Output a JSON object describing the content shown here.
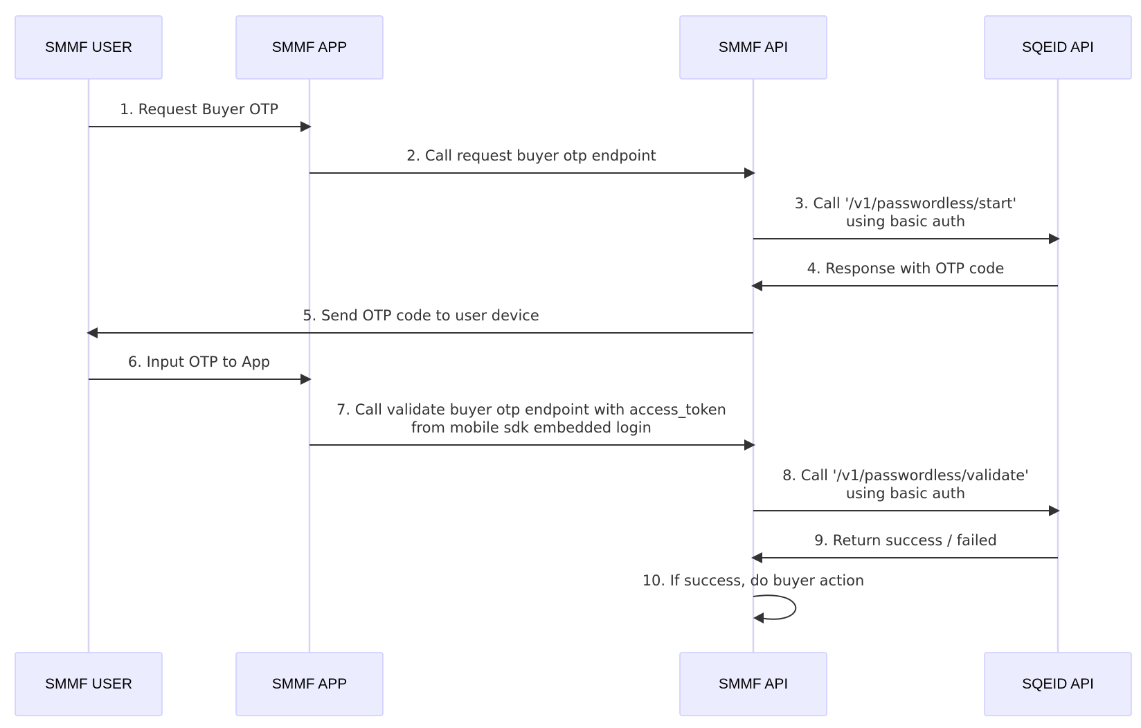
{
  "actors": [
    {
      "id": "user",
      "label": "SMMF USER"
    },
    {
      "id": "app",
      "label": "SMMF APP"
    },
    {
      "id": "api",
      "label": "SMMF API"
    },
    {
      "id": "sqeid",
      "label": "SQEID API"
    }
  ],
  "messages": [
    {
      "from": "user",
      "to": "app",
      "lines": [
        "1. Request Buyer OTP"
      ]
    },
    {
      "from": "app",
      "to": "api",
      "lines": [
        "2. Call request buyer otp endpoint"
      ]
    },
    {
      "from": "api",
      "to": "sqeid",
      "lines": [
        "3. Call '/v1/passwordless/start'",
        "using basic auth"
      ]
    },
    {
      "from": "sqeid",
      "to": "api",
      "lines": [
        "4. Response with OTP code"
      ]
    },
    {
      "from": "api",
      "to": "user",
      "lines": [
        "5. Send OTP code to user device"
      ]
    },
    {
      "from": "user",
      "to": "app",
      "lines": [
        "6. Input OTP to App"
      ]
    },
    {
      "from": "app",
      "to": "api",
      "lines": [
        "7. Call validate buyer otp endpoint with access_token",
        "from mobile sdk embedded login"
      ]
    },
    {
      "from": "api",
      "to": "sqeid",
      "lines": [
        "8. Call '/v1/passwordless/validate'",
        "using basic auth"
      ]
    },
    {
      "from": "sqeid",
      "to": "api",
      "lines": [
        "9. Return success / failed"
      ]
    },
    {
      "from": "api",
      "to": "api",
      "lines": [
        "10. If success, do buyer action"
      ]
    }
  ]
}
